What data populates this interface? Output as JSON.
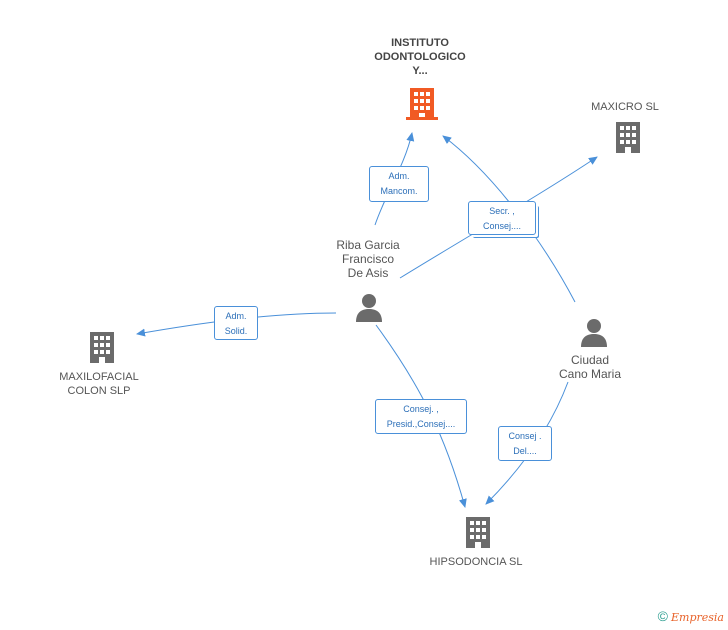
{
  "nodes": {
    "instituto": {
      "lines": [
        "INSTITUTO",
        "ODONTOLOGICO",
        "Y..."
      ],
      "color": "#f15a24"
    },
    "maxicro": {
      "lines": [
        "MAXICRO SL"
      ],
      "color": "#6b6b6b"
    },
    "maxilofacial": {
      "lines": [
        "MAXILOFACIAL",
        "COLON SLP"
      ],
      "color": "#6b6b6b"
    },
    "hipsodoncia": {
      "lines": [
        "HIPSODONCIA SL"
      ],
      "color": "#6b6b6b"
    },
    "riba": {
      "lines": [
        "Riba Garcia",
        "Francisco",
        "De Asis"
      ],
      "color": "#6b6b6b"
    },
    "ciudad": {
      "lines": [
        "Ciudad",
        "Cano Maria"
      ],
      "color": "#6b6b6b"
    }
  },
  "edges": {
    "adm_mancom": [
      "Adm.",
      "Mancom."
    ],
    "secr_consej": [
      "Secr. ,",
      "Consej...."
    ],
    "adm_solid": [
      "Adm.",
      "Solid."
    ],
    "consej_presid": [
      "Consej. ,",
      "Presid.,Consej...."
    ],
    "consej_del": [
      "Consej .",
      "Del...."
    ]
  },
  "colors": {
    "edge": "#4a90d9",
    "company_main": "#f15a24",
    "company": "#6b6b6b",
    "person": "#6b6b6b"
  },
  "footer": {
    "copyright": "©",
    "brand": "Empresia"
  }
}
